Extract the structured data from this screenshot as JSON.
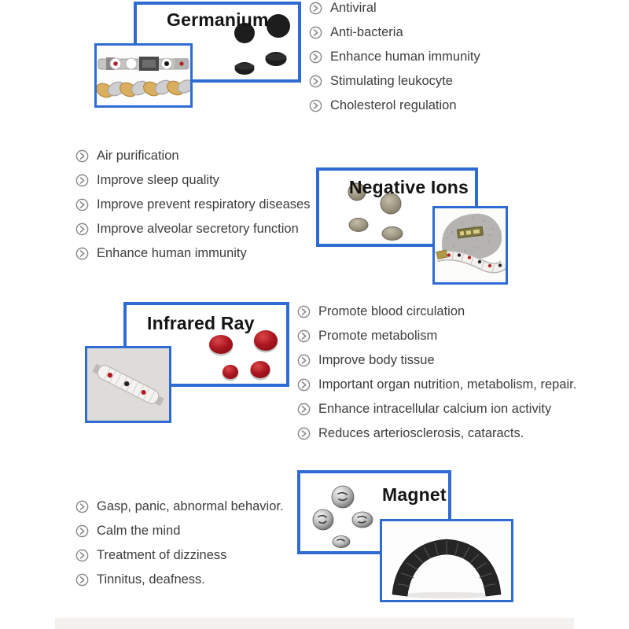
{
  "page": {
    "background": "#ffffff",
    "accent_blue": "#2e6cd4",
    "title_color": "#141414",
    "benefit_text_color": "#3d3d3d",
    "bullet_icon": "circle-arrow-right-icon",
    "bullet_icon_color": "#8a8a8a",
    "bottom_strip_color": "#f3f1ef"
  },
  "sections": [
    {
      "id": "germanium",
      "title": "Germanium",
      "stone_color": "#1d1d1d",
      "benefits": [
        "Antiviral",
        "Anti-bacteria",
        "Enhance human immunity",
        "Stimulating leukocyte",
        "Cholesterol regulation"
      ]
    },
    {
      "id": "negative-ions",
      "title": "Negative Ions",
      "stone_color": "#978f7b",
      "benefits": [
        "Air purification",
        "Improve sleep quality",
        "Improve prevent respiratory diseases",
        "Improve alveolar secretory function",
        "Enhance human immunity"
      ]
    },
    {
      "id": "infrared-ray",
      "title": "Infrared Ray",
      "stone_color": "#9c1119",
      "benefits": [
        "Promote blood circulation",
        "Promote metabolism",
        "Improve body tissue",
        "Important organ nutrition, metabolism, repair.",
        "Enhance intracellular calcium ion activity",
        "Reduces arteriosclerosis, cataracts."
      ]
    },
    {
      "id": "magnet",
      "title": "Magnet",
      "stone_color": "#b9b9b9",
      "benefits": [
        "Gasp, panic, abnormal behavior.",
        "Calm the mind",
        "Treatment of dizziness",
        "Tinnitus, deafness."
      ]
    }
  ]
}
